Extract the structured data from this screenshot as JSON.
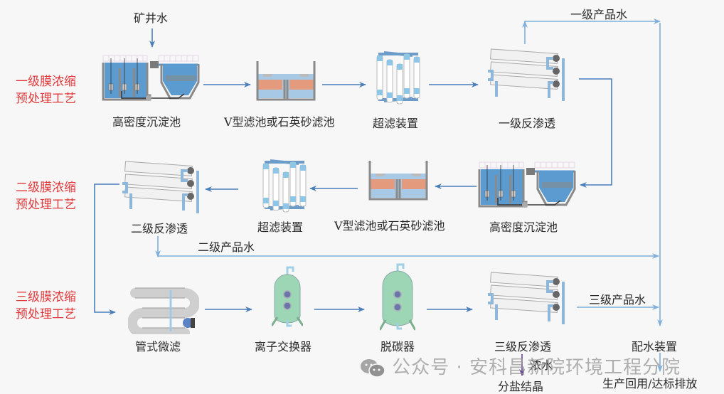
{
  "source": {
    "label": "矿井水"
  },
  "stages": [
    {
      "label": "一级膜浓缩",
      "label2": "预处理工艺"
    },
    {
      "label": "二级膜浓缩",
      "label2": "预处理工艺"
    },
    {
      "label": "三级膜浓缩",
      "label2": "预处理工艺"
    }
  ],
  "row1": [
    {
      "name": "high-density-clarifier",
      "label": "高密度沉淀池"
    },
    {
      "name": "v-filter",
      "label": "V型滤池或石英砂滤池"
    },
    {
      "name": "ultrafiltration",
      "label": "超滤装置"
    },
    {
      "name": "ro-1",
      "label": "一级反渗透"
    }
  ],
  "row2": [
    {
      "name": "ro-2",
      "label": "二级反渗透"
    },
    {
      "name": "ultrafiltration-2",
      "label": "超滤装置"
    },
    {
      "name": "v-filter-2",
      "label": "V型滤池或石英砂滤池"
    },
    {
      "name": "high-density-clarifier-2",
      "label": "高密度沉淀池"
    }
  ],
  "row3": [
    {
      "name": "tubular-microfiltration",
      "label": "管式微滤"
    },
    {
      "name": "ion-exchanger",
      "label": "离子交换器"
    },
    {
      "name": "decarbonizer",
      "label": "脱碳器"
    },
    {
      "name": "ro-3",
      "label": "三级反渗透"
    }
  ],
  "products": {
    "p1": "一级产品水",
    "p2": "二级产品水",
    "p3": "三级产品水"
  },
  "distribution": {
    "label": "配水装置",
    "output": "生产回用/达标排放"
  },
  "concentrate": {
    "label": "浓水",
    "output": "分盐结晶"
  },
  "watermark": {
    "prefix": "公众号 · ",
    "name": "安科昌新院环境工程分院"
  },
  "colors": {
    "line": "#4a7fb8",
    "line_light": "#7fb0dc",
    "red": "#e0393b"
  }
}
